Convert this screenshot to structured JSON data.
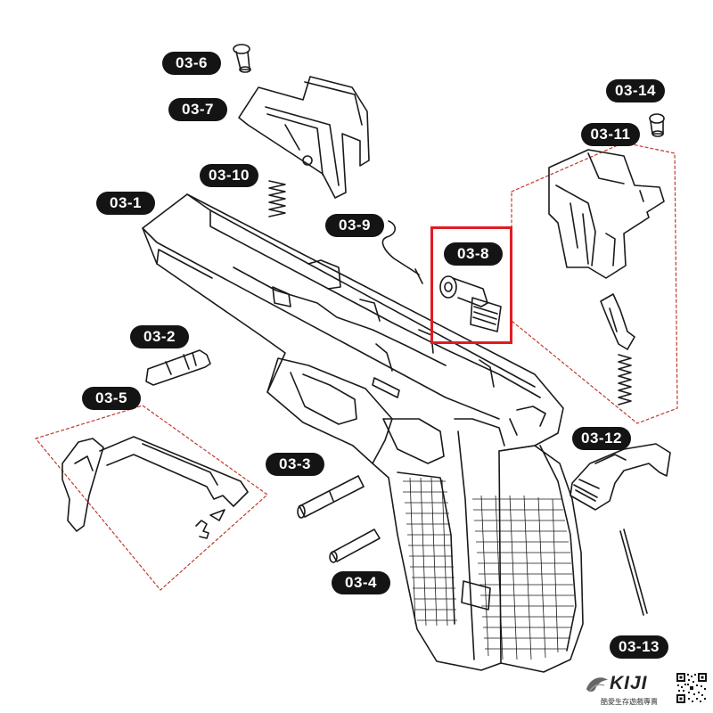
{
  "labels": {
    "p03_1": "03-1",
    "p03_2": "03-2",
    "p03_3": "03-3",
    "p03_4": "03-4",
    "p03_5": "03-5",
    "p03_6": "03-6",
    "p03_7": "03-7",
    "p03_8": "03-8",
    "p03_9": "03-9",
    "p03_10": "03-10",
    "p03_11": "03-11",
    "p03_12": "03-12",
    "p03_13": "03-13",
    "p03_14": "03-14"
  },
  "highlighted_part": "03-8",
  "brand": {
    "wordmark": "KIJI",
    "tagline": "酷愛生存遊戲專賣"
  },
  "colors": {
    "label_background": "#141414",
    "label_text": "#ffffff",
    "highlight": "#e01b24",
    "dashed_group_border": "#c0392b",
    "line_art": "#1a1a1a"
  },
  "icons": {
    "brand_logo": "kiji-logo",
    "qr": "qr-code-icon"
  }
}
